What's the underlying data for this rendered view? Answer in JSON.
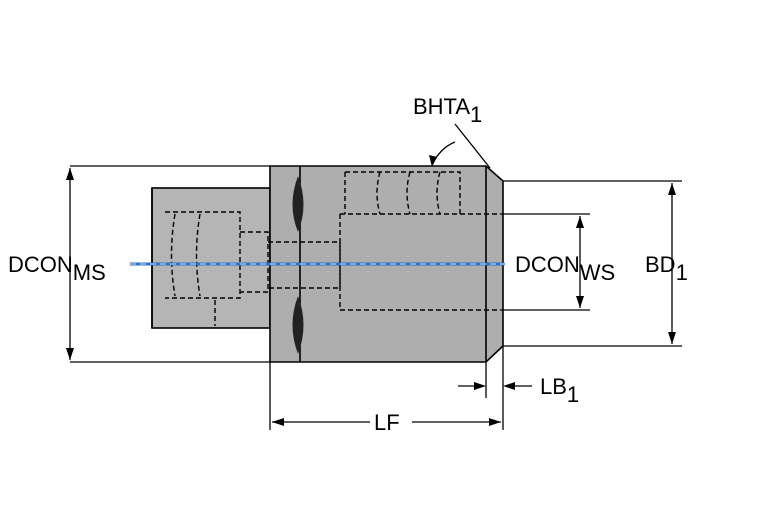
{
  "labels": {
    "dcon_ms": {
      "main": "DCON",
      "sub": "MS"
    },
    "dcon_ws": {
      "main": "DCON",
      "sub": "WS"
    },
    "bd": {
      "main": "BD",
      "sub": "1"
    },
    "bhta": {
      "main": "BHTA",
      "sub": "1"
    },
    "lf": {
      "main": "LF"
    },
    "lb": {
      "main": "LB",
      "sub": "1"
    }
  },
  "colors": {
    "body": "#aeaeae",
    "shank": "#b5b5b5",
    "axis": "#2b73c7",
    "line": "#000000"
  }
}
